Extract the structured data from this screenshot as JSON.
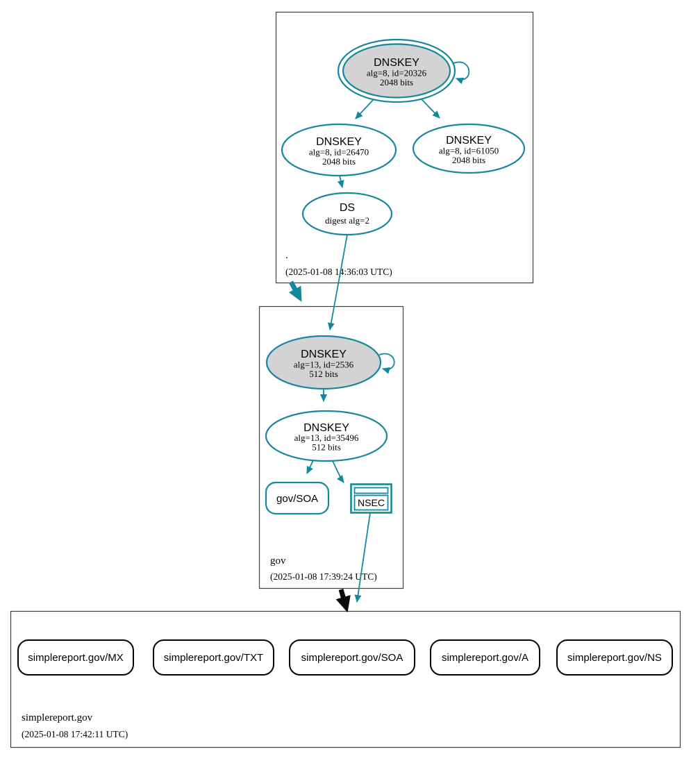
{
  "colors": {
    "secure_teal": "#15879e",
    "ksk_fill_gray": "#d3d3d3",
    "insecure_black": "#0a0a0a",
    "box_border_gray": "#3f3f3f"
  },
  "zones": {
    "root": {
      "label": ".",
      "timestamp": "(2025-01-08 14:36:03 UTC)",
      "ksk": {
        "title": "DNSKEY",
        "detail": "alg=8, id=20326",
        "bits": "2048 bits"
      },
      "zsk1": {
        "title": "DNSKEY",
        "detail": "alg=8, id=26470",
        "bits": "2048 bits"
      },
      "zsk2": {
        "title": "DNSKEY",
        "detail": "alg=8, id=61050",
        "bits": "2048 bits"
      },
      "ds": {
        "title": "DS",
        "detail": "digest alg=2"
      }
    },
    "gov": {
      "label": "gov",
      "timestamp": "(2025-01-08 17:39:24 UTC)",
      "ksk": {
        "title": "DNSKEY",
        "detail": "alg=13, id=2536",
        "bits": "512 bits"
      },
      "zsk": {
        "title": "DNSKEY",
        "detail": "alg=13, id=35496",
        "bits": "512 bits"
      },
      "soa": {
        "label": "gov/SOA"
      },
      "nsec": {
        "label": "NSEC"
      }
    },
    "simplereport": {
      "label": "simplereport.gov",
      "timestamp": "(2025-01-08 17:42:11 UTC)",
      "rrsets": [
        {
          "label": "simplereport.gov/MX"
        },
        {
          "label": "simplereport.gov/TXT"
        },
        {
          "label": "simplereport.gov/SOA"
        },
        {
          "label": "simplereport.gov/A"
        },
        {
          "label": "simplereport.gov/NS"
        }
      ]
    }
  }
}
